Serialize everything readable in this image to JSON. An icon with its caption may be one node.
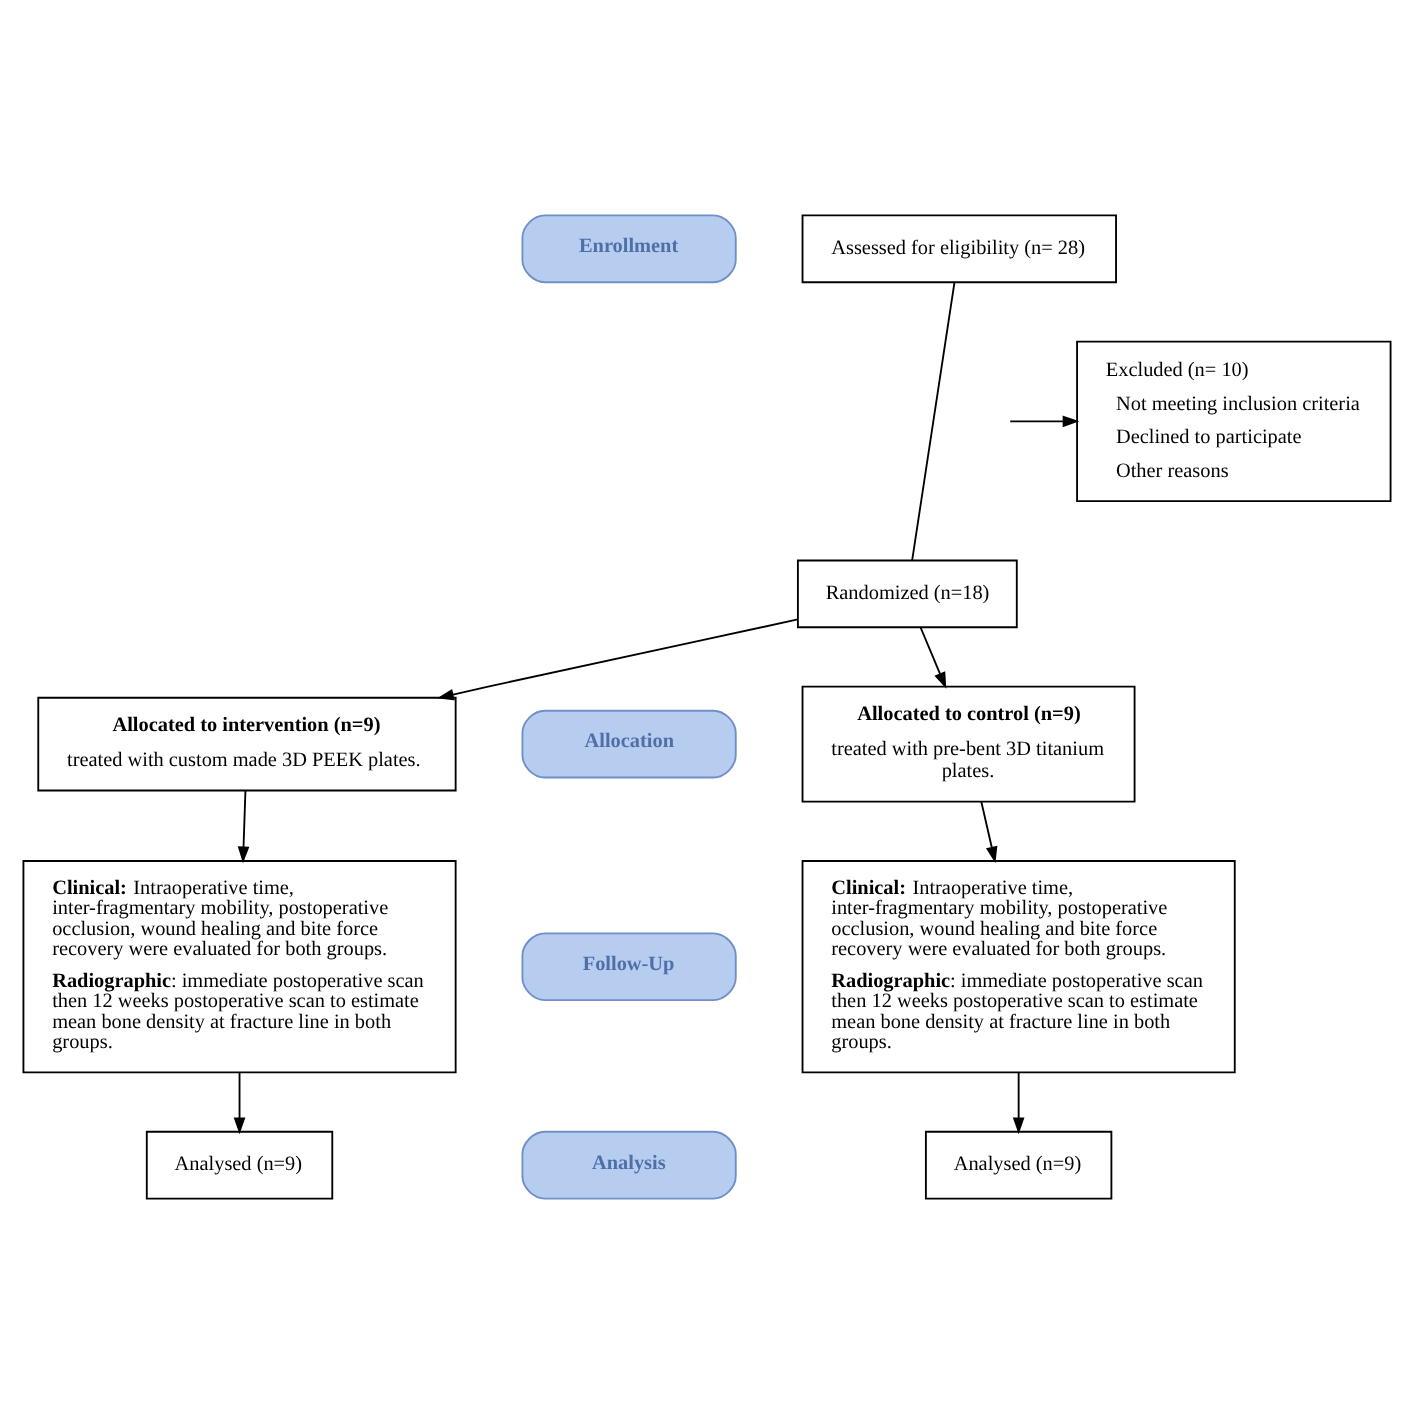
{
  "diagram": {
    "nodes": [
      {
        "text": [
          "Enrollment"
        ]
      },
      {
        "text": [
          "Assessed for eligibility (n= 28)"
        ]
      },
      {
        "text": [
          "Excluded (n= 10)",
          "Not meeting inclusion criteria",
          "Declined to participate",
          "Other reasons"
        ]
      },
      {
        "text": [
          "Randomized (n=18)"
        ]
      },
      {
        "text": [
          "Allocation"
        ]
      },
      {
        "text": [
          "Allocated to intervention (n=9)",
          "treated with custom made 3D PEEK plates."
        ]
      },
      {
        "text": [
          "Allocated to control (n=9)",
          "treated with pre-bent 3D titanium plates."
        ]
      },
      {
        "text": [
          "Follow-Up"
        ]
      },
      {
        "text": [
          "**Clinical:** Intraoperative time, inter-fragmentary mobility, postoperative occlusion, wound healing and bite force recovery were evaluated for both groups.",
          "**Radiographic**: immediate postoperative scan then 12 weeks postoperative scan to estimate mean bone density at fracture line in both groups."
        ]
      },
      {
        "text": [
          "**Clinical:** Intraoperative time, inter-fragmentary mobility, postoperative occlusion, wound healing and bite force recovery were evaluated for both groups.",
          "**Radiographic**: immediate postoperative scan then 12 weeks postoperative scan to estimate mean bone density at fracture line in both groups."
        ]
      },
      {
        "text": [
          "Analysis"
        ]
      },
      {
        "text": [
          "Analysed (n=9)"
        ]
      },
      {
        "text": [
          "Analysed (n=9)"
        ]
      }
    ],
    "edges": [
      {
        "from": 1,
        "to": 3,
        "arrow": "none"
      },
      {
        "from": null,
        "to": 2,
        "arrow": "to"
      },
      {
        "from": 3,
        "to": 5,
        "arrow": "to"
      },
      {
        "from": 3,
        "to": 6,
        "arrow": "to"
      },
      {
        "from": 5,
        "to": 8,
        "arrow": "to"
      },
      {
        "from": 6,
        "to": 9,
        "arrow": "to"
      },
      {
        "from": 8,
        "to": 11,
        "arrow": "to"
      },
      {
        "from": 9,
        "to": 12,
        "arrow": "to"
      }
    ]
  }
}
